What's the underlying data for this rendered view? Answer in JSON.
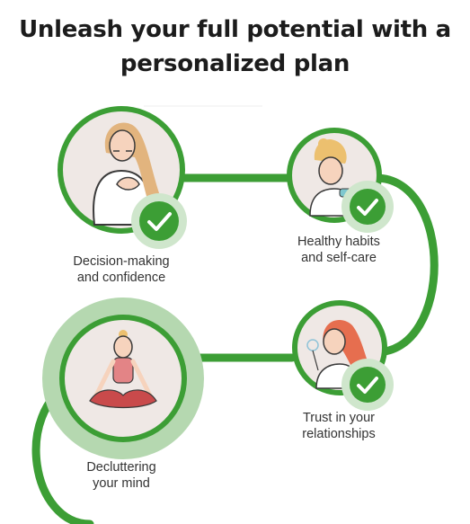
{
  "header": {
    "title_line1": "Unleash your full potential with a",
    "title_line2": "personalized plan"
  },
  "colors": {
    "accent": "#3c9e35",
    "accent_light": "#cfe6cc",
    "accent_halo": "#b5d8b0",
    "avatar_bg": "#efe8e5",
    "text": "#333333"
  },
  "steps": [
    {
      "line1": "Decision-making",
      "line2": "and confidence",
      "icon": "woman-hands-on-chest-illustration"
    },
    {
      "line1": "Healthy habits",
      "line2": "and self-care",
      "icon": "woman-applying-face-cream-illustration"
    },
    {
      "line1": "Trust in your",
      "line2": "relationships",
      "icon": "woman-blowing-dandelion-illustration"
    },
    {
      "line1": "Decluttering",
      "line2": "your mind",
      "icon": "woman-meditating-illustration"
    }
  ]
}
